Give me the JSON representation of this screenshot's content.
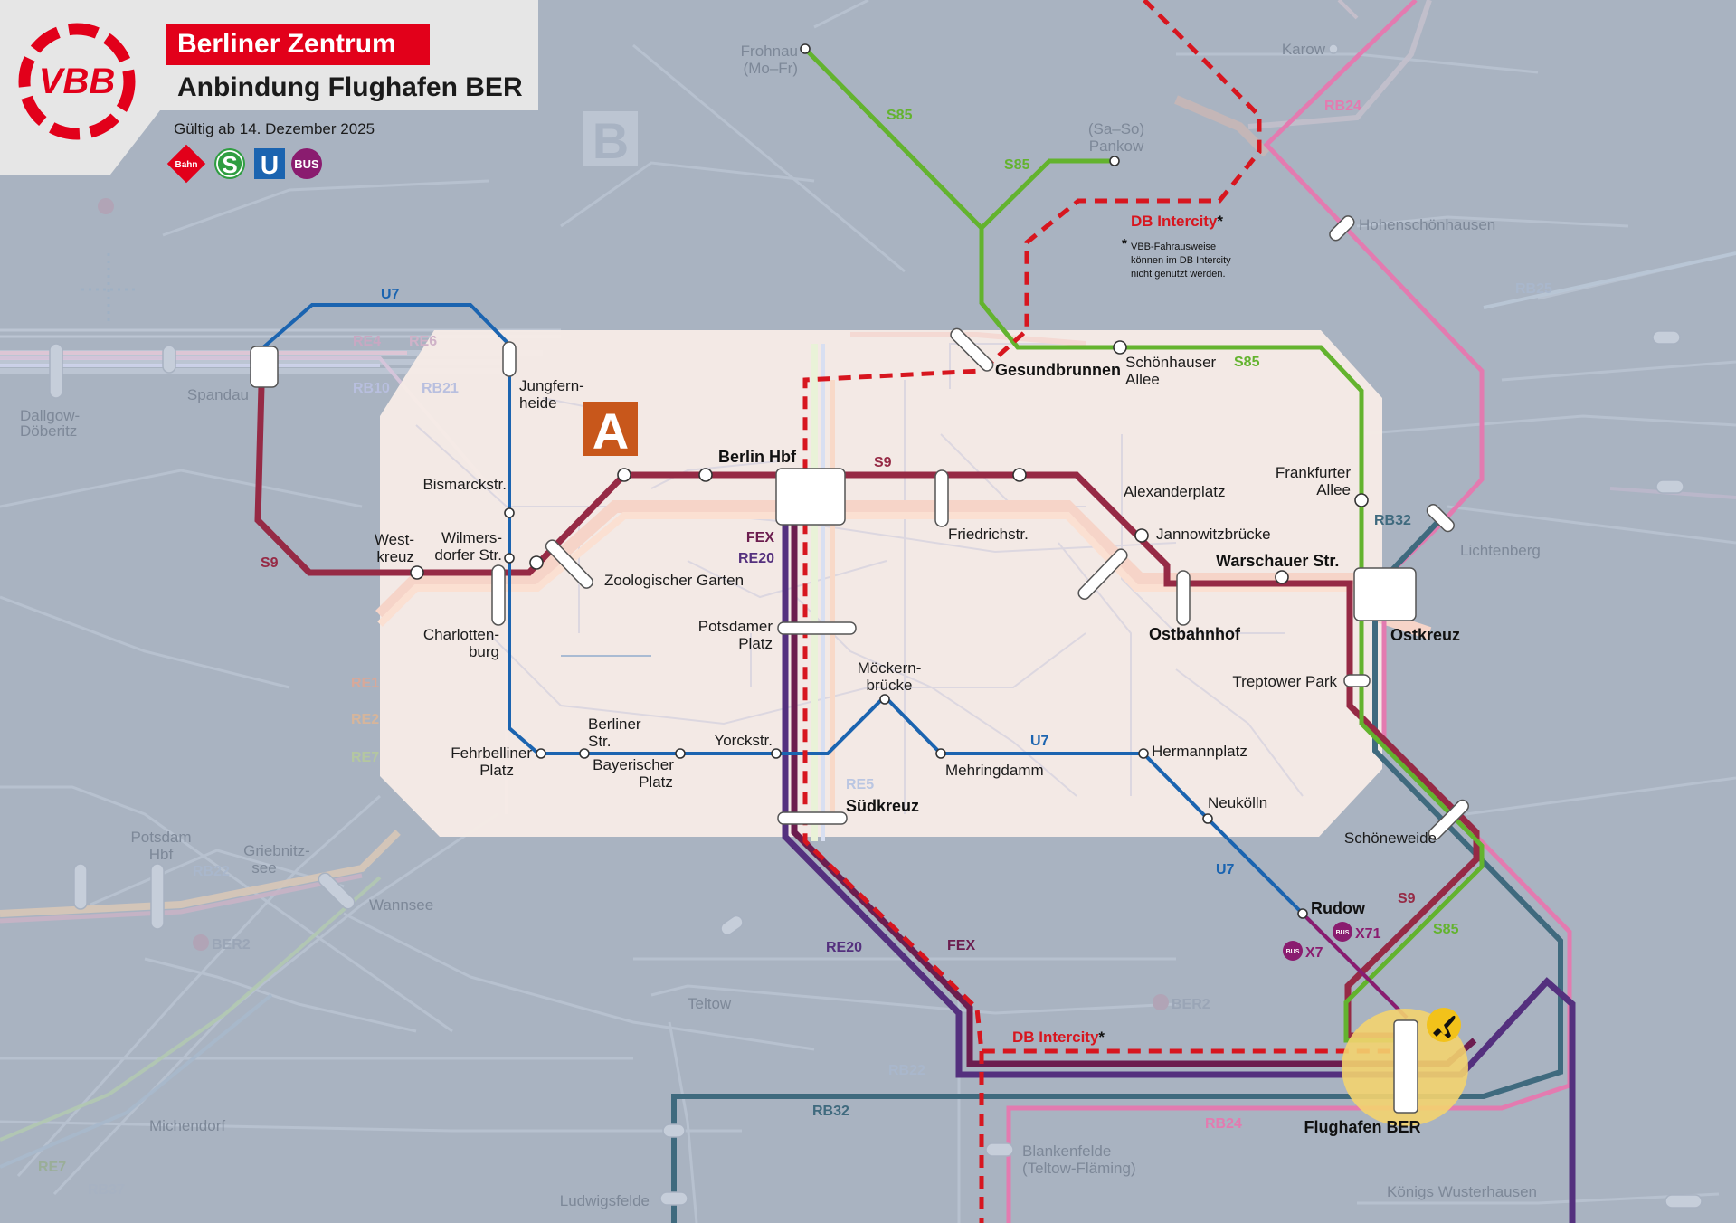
{
  "header": {
    "logo_text": "VBB",
    "title": "Berliner Zentrum",
    "subtitle": "Anbindung Flughafen BER",
    "validity": "Gültig ab 14. Dezember 2025",
    "modes": [
      {
        "text": "Bahn",
        "color": "#e2001a"
      },
      {
        "text": "S",
        "color": "#2f9e41"
      },
      {
        "text": "U",
        "color": "#1b64b0"
      },
      {
        "text": "BUS",
        "color": "#8a1c6f"
      }
    ]
  },
  "zones": {
    "a": "A",
    "b": "B"
  },
  "colors": {
    "s9": "#962a45",
    "s85": "#63b32e",
    "u7": "#2571b5",
    "fex": "#6c1d4f",
    "re20": "#54307e",
    "rb32": "#3f6a7e",
    "rb24": "#e37bb0",
    "intercity": "#d7161f",
    "zone_a": "#f5e9e5",
    "zone_a_badge": "#c8571b",
    "bus": "#8a1c6f",
    "airport": "#f3d36f"
  },
  "line_labels": {
    "s9_west": "S9",
    "s9_center": "S9",
    "s9_south": "S9",
    "s85_north": "S85",
    "s85_pankow": "S85",
    "s85_east": "S85",
    "s85_south": "S85",
    "u7_north": "U7",
    "u7_center": "U7",
    "u7_south": "U7",
    "fex_center": "FEX",
    "re20_center": "RE20",
    "re20_south": "RE20",
    "fex_south": "FEX",
    "rb24_north": "RB24",
    "rb24_south": "RB24",
    "rb32_east": "RB32",
    "rb32_south": "RB32",
    "ic_north": "DB Intercity",
    "ic_north_star": "*",
    "ic_south": "DB Intercity",
    "ic_south_star": "*",
    "bus_x71": "X71",
    "bus_x7": "X7",
    "bus_badge": "BUS"
  },
  "intercity_note": {
    "star": "*",
    "lines": [
      "VBB-Fahrausweise",
      "können im DB Intercity",
      "nicht genutzt werden."
    ]
  },
  "ghost_labels": {
    "re4": "RE4",
    "re6": "RE6",
    "rb10": "RB10",
    "rb21": "RB21",
    "re1": "RE1",
    "re2": "RE2",
    "re7_west": "RE7",
    "re5": "RE5",
    "rb22": "RB22",
    "rb22_south": "RB22",
    "rb25": "RB25",
    "re7_sw": "RE7",
    "rb37": "RB37",
    "ber2_west": "BER2",
    "ber2_south": "BER2"
  },
  "stations": {
    "frohnau": [
      "Frohnau",
      "(Mo–Fr)"
    ],
    "karow": [
      "Karow"
    ],
    "pankow": [
      "(Sa–So)",
      "Pankow"
    ],
    "hohenschoenhausen": [
      "Hohenschönhausen"
    ],
    "spandau": [
      "Spandau"
    ],
    "dallgow": [
      "Dallgow-",
      "Döberitz"
    ],
    "jungfernheide": [
      "Jungfern-",
      "heide"
    ],
    "gesundbrunnen": [
      "Gesundbrunnen"
    ],
    "schoenhauser": [
      "Schönhauser",
      "Allee"
    ],
    "bismarckstr": [
      "Bismarckstr."
    ],
    "berlin_hbf": [
      "Berlin Hbf"
    ],
    "frankfurter_allee": [
      "Frankfurter",
      "Allee"
    ],
    "alexanderplatz": [
      "Alexanderplatz"
    ],
    "jannowitz": [
      "Jannowitzbrücke"
    ],
    "friedrichstr": [
      "Friedrichstr."
    ],
    "westkreuz": [
      "West-",
      "kreuz"
    ],
    "wilmersdorfer": [
      "Wilmers-",
      "dorfer Str."
    ],
    "zoo": [
      "Zoologischer Garten"
    ],
    "warschauer": [
      "Warschauer Str."
    ],
    "lichtenberg": [
      "Lichtenberg"
    ],
    "charlottenburg": [
      "Charlotten-",
      "burg"
    ],
    "potsdamer": [
      "Potsdamer",
      "Platz"
    ],
    "ostbahnhof": [
      "Ostbahnhof"
    ],
    "ostkreuz": [
      "Ostkreuz"
    ],
    "moeckern": [
      "Möckern-",
      "brücke"
    ],
    "treptower": [
      "Treptower Park"
    ],
    "fehrbelliner": [
      "Fehrbelliner",
      "Platz"
    ],
    "berliner_str": [
      "Berliner",
      "Str."
    ],
    "bayerischer": [
      "Bayerischer",
      "Platz"
    ],
    "yorckstr": [
      "Yorckstr."
    ],
    "mehringdamm": [
      "Mehringdamm"
    ],
    "hermannplatz": [
      "Hermannplatz"
    ],
    "suedkreuz": [
      "Südkreuz"
    ],
    "neukoelln": [
      "Neukölln"
    ],
    "schoeneweide": [
      "Schöneweide"
    ],
    "potsdam_hbf": [
      "Potsdam",
      "Hbf"
    ],
    "griebnitzsee": [
      "Griebnitz-",
      "see"
    ],
    "wannsee": [
      "Wannsee"
    ],
    "rudow": [
      "Rudow"
    ],
    "teltow": [
      "Teltow"
    ],
    "michendorf": [
      "Michendorf"
    ],
    "ber": [
      "Flughafen BER"
    ],
    "blankenfelde": [
      "Blankenfelde",
      "(Teltow-Fläming)"
    ],
    "ludwigsfelde": [
      "Ludwigsfelde"
    ],
    "koenigs_wusterhausen": [
      "Königs Wusterhausen"
    ]
  }
}
